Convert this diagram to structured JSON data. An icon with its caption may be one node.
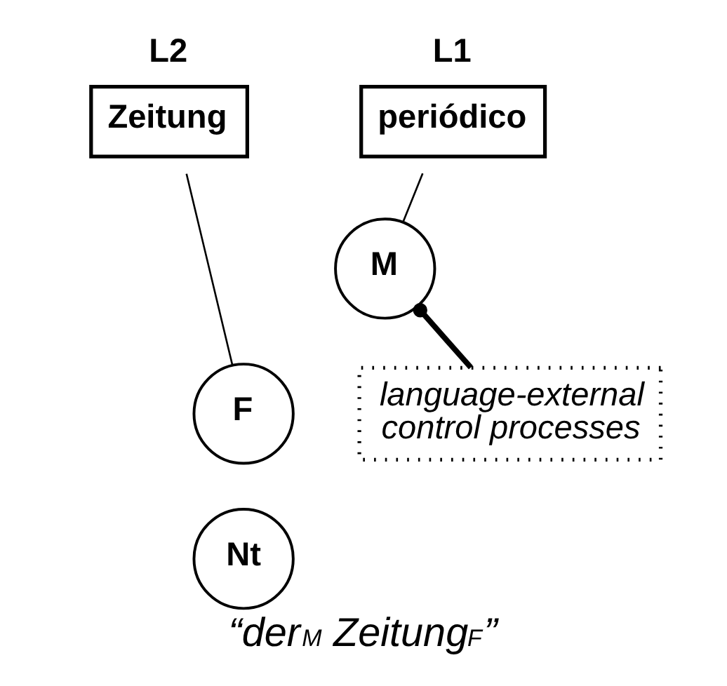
{
  "diagram": {
    "caption": "“der$_{M}$ Zeitung$_{F}$”",
    "nodes": [
      {
        "text": [
          "L1",
          "periódico"
        ]
      },
      {
        "text": [
          "L2",
          "Zeitung"
        ]
      },
      {
        "text": [
          "M"
        ]
      },
      {
        "text": [
          "F"
        ]
      },
      {
        "text": [
          "Nt"
        ]
      },
      {
        "text": [
          "language-external control processes"
        ]
      }
    ],
    "edges": [
      {
        "from": 0,
        "to": 2,
        "arrow": "none"
      },
      {
        "from": 1,
        "to": 3,
        "arrow": "none"
      },
      {
        "from": 5,
        "to": 2,
        "arrow": "other",
        "style": "thick"
      }
    ]
  }
}
